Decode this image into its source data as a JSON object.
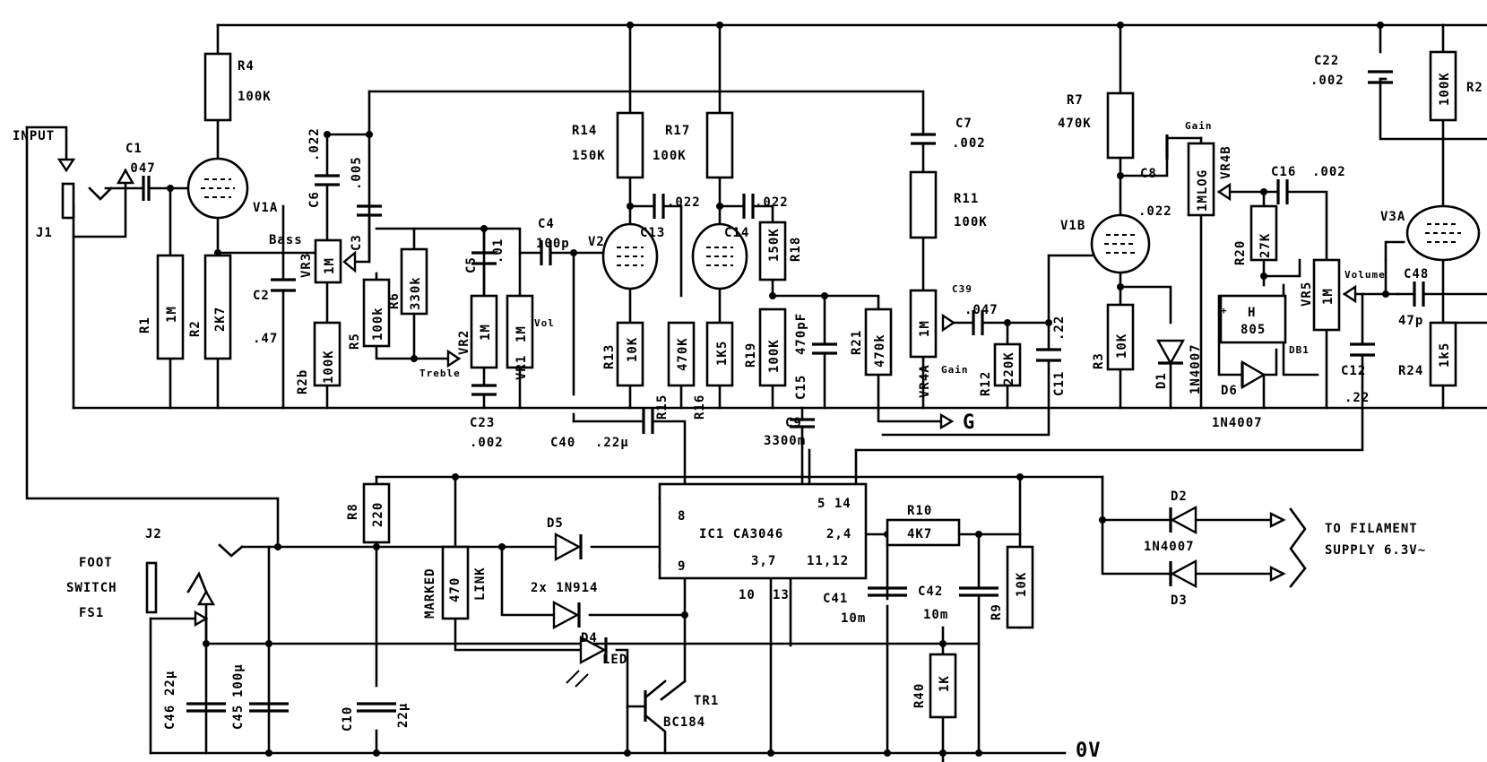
{
  "labels": {
    "input": "INPUT",
    "j1": "J1",
    "c1": "C1",
    "c1_val": ".047",
    "r4": "R4",
    "r4_val": "100K",
    "v1a": "V1A",
    "r1": "R1",
    "r1_val": "1M",
    "r2": "R2",
    "r2_val": "2K7",
    "c2": "C2",
    "c2_val": ".47",
    "c6_val": ".022",
    "c6": "C6",
    "c3": "C3",
    "c3_val": ".005",
    "bass": "Bass",
    "vr3": "VR3",
    "vr3_val": "1M",
    "r2b": "R2b",
    "r2b_val": "100K",
    "r5": "R5",
    "r5_val": "100k",
    "r6": "R6",
    "r6_val": "330k",
    "c5": "C5",
    "c5_val": ".01",
    "vr2": "VR2",
    "vr2_val": "1M",
    "treble": "Treble",
    "c4": "C4",
    "c4_val": "100p",
    "vr1": "VR1",
    "vr1_val": "1M",
    "vol": "Vol",
    "c23": "C23",
    "c23_val": ".002",
    "c40": "C40",
    "c40_val": ".22µ",
    "r14": "R14",
    "r14_val": "150K",
    "r17": "R17",
    "r17_val": "100K",
    "v2": "V2",
    "c13": "C13",
    "c13_val": ".022",
    "c14": "C14",
    "c14_val": ".022",
    "r13": "R13",
    "r13_val": "10K",
    "r15": "R15",
    "r15_val": "470K",
    "r16": "R16",
    "r16_val": "1K5",
    "r18": "R18",
    "r18_val": "150K",
    "r19": "R19",
    "r19_val": "100K",
    "c15": "C15",
    "c15_val": "470pF",
    "r21": "R21",
    "r21_val": "470k",
    "c9": "C9",
    "c9_val": "3300m",
    "c7": "C7",
    "c7_val": ".002",
    "r11": "R11",
    "r11_val": "100K",
    "vr4a": "VR4A",
    "vr4a_val": "1M",
    "gain": "Gain",
    "c39": "C39",
    "c39_val": ".047",
    "r12": "R12",
    "r12_val": "220K",
    "c11": "C11",
    "c11_val": ".22",
    "g_label": "G",
    "r7": "R7",
    "r7_val": "470K",
    "c8": "C8",
    "c8_val": ".022",
    "v1b": "V1B",
    "r3": "R3",
    "r3_val": "10K",
    "d1": "D1",
    "d1_val": "1N4007",
    "gain_top": "Gain",
    "vr4b": "VR4B",
    "vr4b_val": "1MLOG",
    "c16": "C16",
    "c16_val": ".002",
    "r20": "R20",
    "r20_val": "27K",
    "h805": "H",
    "h805_val": "805",
    "db1": "DB1",
    "d6": "D6",
    "plus": "+",
    "vr5": "VR5",
    "vr5_val": "1M",
    "volume": "Volume",
    "c22": "C22",
    "c22_val": ".002",
    "r22_val": "100K",
    "r22": "R2",
    "v3a": "V3A",
    "c48": "C48",
    "c48_val": "47p",
    "r24": "R24",
    "r24_val": "1k5",
    "c12": "C12",
    "c12_val": ".22",
    "d_1n4007_bottom": "1N4007",
    "r8": "R8",
    "r8_val": "220",
    "ic1_pin8": "8",
    "ic1_pin9": "9",
    "ic1_pin514": "5 14",
    "ic1_pin24": "2,4",
    "ic1_name": "IC1 CA3046",
    "ic1_pin37": "3,7",
    "ic1_pin1112": "11,12",
    "ic1_pin10": "10",
    "ic1_pin13": "13",
    "d5": "D5",
    "d4": "D4",
    "d45_val": "2x 1N914",
    "marked": "MARKED",
    "marked_val": "470",
    "link": "LINK",
    "r10": "R10",
    "r10_val": "4K7",
    "c41": "C41",
    "c41_val": "10m",
    "c42": "C42",
    "c42_val": "10m",
    "r9": "R9",
    "r9_val": "10K",
    "r40": "R40",
    "r40_val": "1K",
    "d2": "D2",
    "d3": "D3",
    "d23_val": "1N4007",
    "to_filament": "TO FILAMENT",
    "supply": "SUPPLY 6.3V~",
    "j2": "J2",
    "foot": "FOOT",
    "switch": "SWITCH",
    "fs1": "FS1",
    "c46": "C46",
    "c46_val": "22µ",
    "c45": "C45",
    "c45_val": "100µ",
    "c10": "C10",
    "c10_val": "22µ",
    "led": "LED",
    "tr1": "TR1",
    "tr1_val": "BC184",
    "zero_v": "0V"
  }
}
